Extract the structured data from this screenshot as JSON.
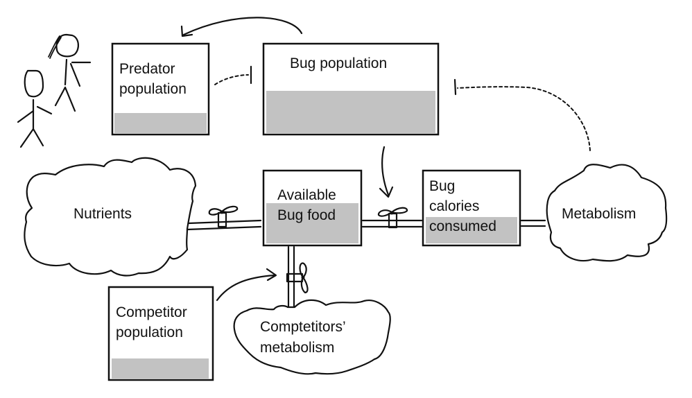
{
  "diagram": {
    "type": "stock-and-flow",
    "stocks": {
      "predator": {
        "lines": [
          "Predator",
          "population"
        ],
        "fill_level_fraction": 0.2
      },
      "bug": {
        "lines": [
          "Bug population"
        ],
        "fill_level_fraction": 0.45
      },
      "food": {
        "lines": [
          "Available",
          "Bug food"
        ],
        "fill_level_fraction": 0.5
      },
      "calories": {
        "lines": [
          "Bug",
          "calories",
          "consumed"
        ],
        "fill_level_fraction": 0.33
      },
      "competitor": {
        "lines": [
          "Competitor",
          "population"
        ],
        "fill_level_fraction": 0.2
      }
    },
    "clouds": {
      "nutrients": {
        "lines": [
          "Nutrients"
        ]
      },
      "metabolism": {
        "lines": [
          "Metabolism"
        ]
      },
      "competitors_metabolism": {
        "lines": [
          "Comptetitors’",
          "metabolism"
        ]
      }
    },
    "flows": [
      {
        "from": "Nutrients",
        "to": "Available Bug food",
        "has_valve": true
      },
      {
        "from": "Available Bug food",
        "to": "Bug calories consumed",
        "has_valve": true
      },
      {
        "from": "Bug calories consumed",
        "to": "Metabolism",
        "has_valve": false
      },
      {
        "from": "Available Bug food",
        "to": "Comptetitors’ metabolism",
        "has_valve": true
      }
    ],
    "links": [
      {
        "from": "Bug population",
        "to": "Predator population",
        "style": "solid-arrow"
      },
      {
        "from": "Predator population",
        "to": "Bug population",
        "style": "dotted-inhibit"
      },
      {
        "from": "Metabolism",
        "to": "Bug population",
        "style": "dotted-inhibit"
      },
      {
        "from": "Bug population",
        "to": "Bug food flow valve",
        "style": "solid-arrow"
      },
      {
        "from": "Competitor population",
        "to": "Competitor flow valve",
        "style": "solid-arrow"
      }
    ],
    "figures": [
      "stick-figure-with-ponytail",
      "stick-figure"
    ],
    "colors": {
      "ink": "#111111",
      "stock_level": "#c2c2c2",
      "background": "#ffffff"
    }
  }
}
